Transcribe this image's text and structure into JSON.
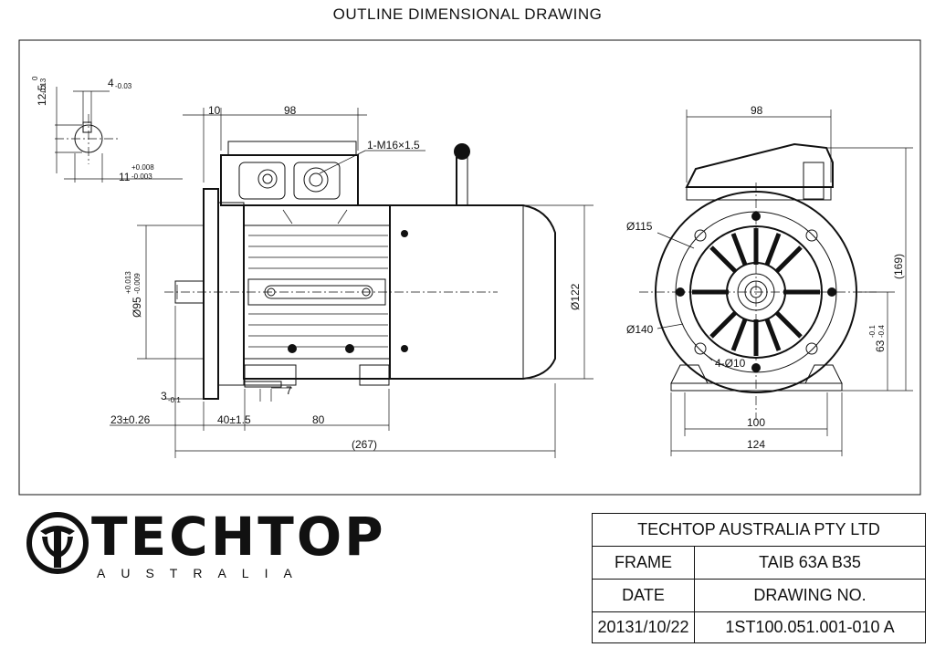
{
  "drawing": {
    "title": "OUTLINE DIMENSIONAL DRAWING",
    "key_dims": {
      "key_depth": "12.5",
      "key_depth_tol_top": "0",
      "key_depth_tol_bot": "-0.13",
      "key_width": "4",
      "key_width_tol": "-0.03",
      "shaft_dia": "11",
      "shaft_tol_top": "+0.008",
      "shaft_tol_bot": "-0.003"
    },
    "side_view": {
      "dim_10": "10",
      "dim_98": "98",
      "thread": "1-M16×1.5",
      "spigot": "Ø95",
      "spigot_tol_top": "+0.013",
      "spigot_tol_bot": "-0.009",
      "body_dia": "Ø122",
      "dim_3": "3",
      "dim_3_tol": "-0.1",
      "dim_7": "7",
      "dim_23": "23±0.26",
      "dim_40": "40±1.5",
      "dim_80": "80",
      "dim_267": "(267)"
    },
    "end_view": {
      "dim_98": "98",
      "dia_115": "Ø115",
      "dia_140": "Ø140",
      "holes": "4-Ø10",
      "dim_169": "(169)",
      "dim_63": "63",
      "dim_63_tol_top": "-0.1",
      "dim_63_tol_bot": "-0.4",
      "dim_100": "100",
      "dim_124": "124"
    }
  },
  "logo": {
    "name": "TECHTOP",
    "sub": "AUSTRALIA"
  },
  "title_block": {
    "company": "TECHTOP AUSTRALIA PTY LTD",
    "frame_label": "FRAME",
    "frame_value": "TAIB 63A B35",
    "date_label": "DATE",
    "drawing_no_label": "DRAWING NO.",
    "date_value": "20131/10/22",
    "drawing_no_value": "1ST100.051.001-010 A"
  }
}
